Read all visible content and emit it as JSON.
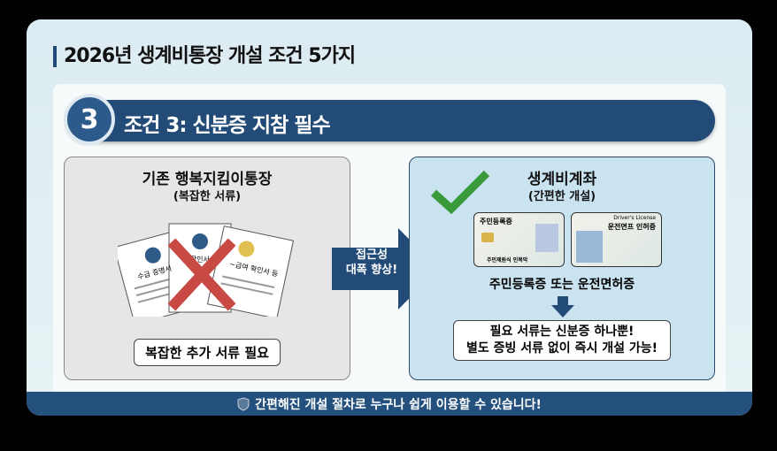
{
  "title": "2026년 생계비통장 개설 조건 5가지",
  "condition": {
    "number": "3",
    "label": "조건 3: 신분증 지참 필수"
  },
  "left": {
    "heading": "기존 행복지킴이통장",
    "subheading": "(복잡한 서류)",
    "documents": [
      "수급 증명서",
      "~확인서",
      "~급여 확인서 등"
    ],
    "note": "복잡한 추가 서류 필요"
  },
  "arrow": {
    "line1": "접근성",
    "line2": "대폭 향상!"
  },
  "right": {
    "heading": "생계비계좌",
    "subheading": "(간편한 개설)",
    "id_card": {
      "title": "주민등록증",
      "footer": "주민제원식 인목막"
    },
    "license": {
      "subtitle": "Driver's License",
      "title": "운전면프 인허증"
    },
    "caption": "주민등록증 또는 운전면허증",
    "note_line1": "필요 서류는 신분증 하나뿐!",
    "note_line2": "별도 증빙 서류 없이 즉시 개설 가능!"
  },
  "footer": {
    "text": "간편해진 개설 절차로 누구나 쉽게 이용할 수 있습니다!"
  },
  "colors": {
    "navy": "#234b78",
    "check": "#3a9a3a",
    "cross": "#c94a45"
  }
}
